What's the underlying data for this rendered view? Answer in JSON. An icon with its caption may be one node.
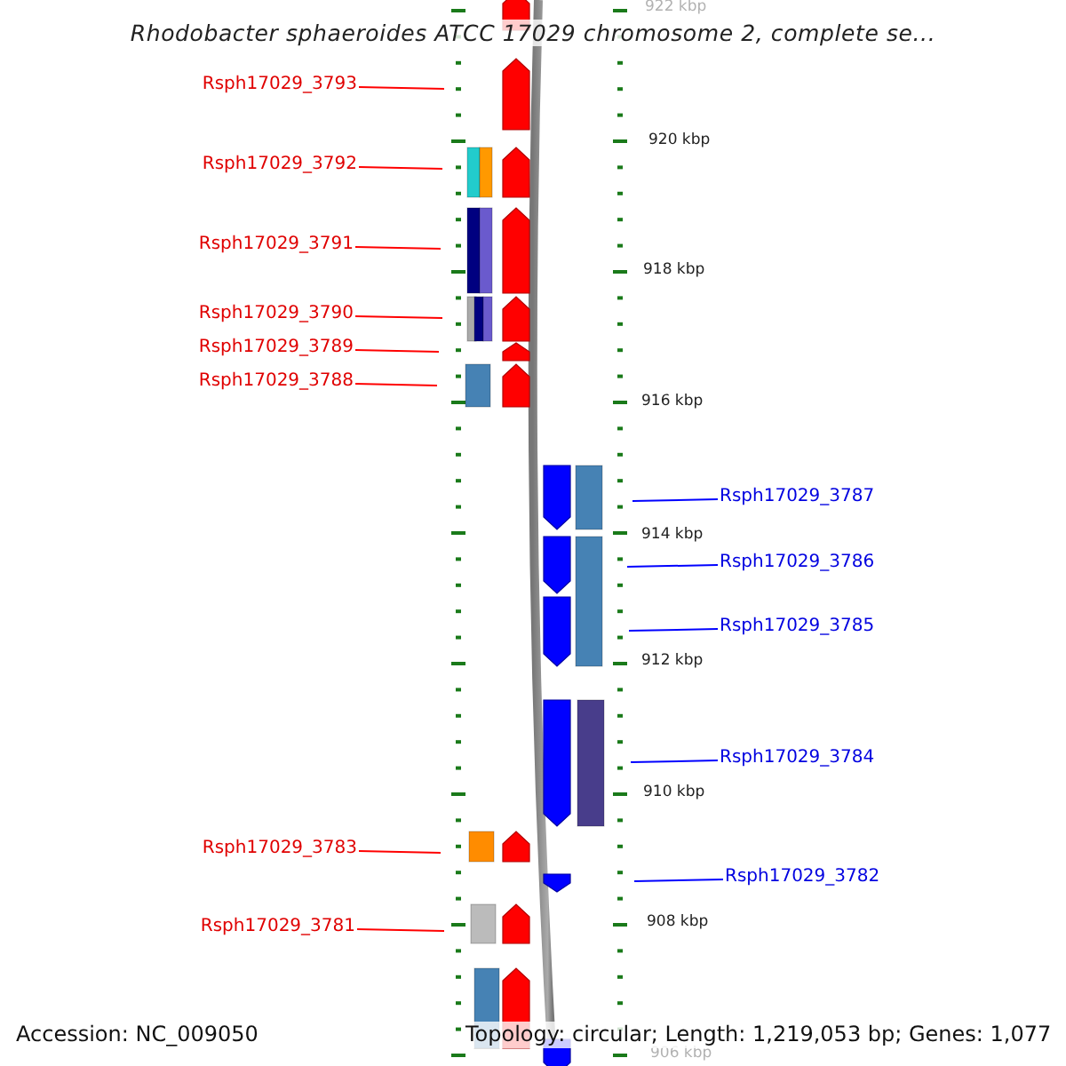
{
  "diagram": {
    "title": "Rhodobacter sphaeroides ATCC 17029 chromosome 2, complete se...",
    "nodes": [
      {
        "text": [
          "Rsph17029_3793"
        ]
      },
      {
        "text": [
          "Rsph17029_3792"
        ]
      },
      {
        "text": [
          "Rsph17029_3791"
        ]
      },
      {
        "text": [
          "Rsph17029_3790"
        ]
      },
      {
        "text": [
          "Rsph17029_3789"
        ]
      },
      {
        "text": [
          "Rsph17029_3788"
        ]
      },
      {
        "text": [
          "Rsph17029_3787"
        ]
      },
      {
        "text": [
          "Rsph17029_3786"
        ]
      },
      {
        "text": [
          "Rsph17029_3785"
        ]
      },
      {
        "text": [
          "Rsph17029_3784"
        ]
      },
      {
        "text": [
          "Rsph17029_3783"
        ]
      },
      {
        "text": [
          "Rsph17029_3782"
        ]
      },
      {
        "text": [
          "Rsph17029_3781"
        ]
      }
    ],
    "edges": [
      {
        "from": 0,
        "to": null,
        "arrow": "none"
      },
      {
        "from": 1,
        "to": null,
        "arrow": "none"
      },
      {
        "from": 2,
        "to": null,
        "arrow": "none"
      },
      {
        "from": 3,
        "to": null,
        "arrow": "none"
      },
      {
        "from": 4,
        "to": null,
        "arrow": "none"
      },
      {
        "from": 5,
        "to": null,
        "arrow": "none"
      },
      {
        "from": 6,
        "to": null,
        "arrow": "none",
        "color": "#0000ff"
      },
      {
        "from": 7,
        "to": null,
        "arrow": "none",
        "color": "#0000ff"
      },
      {
        "from": 8,
        "to": null,
        "arrow": "none",
        "color": "#0000ff"
      },
      {
        "from": 9,
        "to": null,
        "arrow": "none",
        "color": "#0000ff"
      },
      {
        "from": 10,
        "to": null,
        "arrow": "none"
      },
      {
        "from": 11,
        "to": null,
        "arrow": "none",
        "color": "#0000ff"
      },
      {
        "from": 12,
        "to": null,
        "arrow": "none"
      }
    ],
    "labels": [
      "922 kbp",
      "920 kbp",
      "918 kbp",
      "916 kbp",
      "914 kbp",
      "912 kbp",
      "910 kbp",
      "908 kbp",
      "906 kbp",
      "Accession: NC_009050",
      "Topology: circular; Length: 1,219,053 bp; Genes: 1,077"
    ]
  }
}
